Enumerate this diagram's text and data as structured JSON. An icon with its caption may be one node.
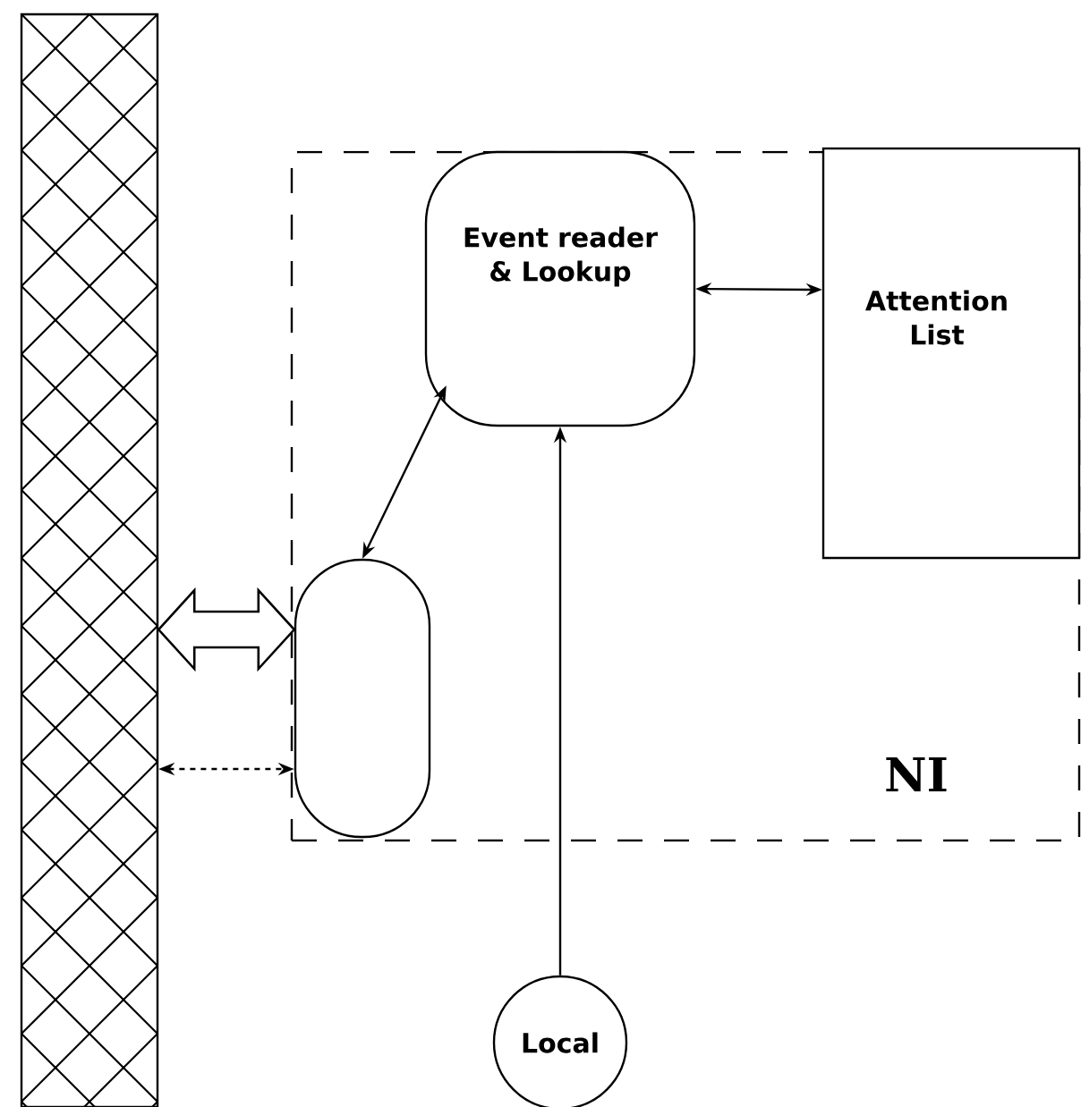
{
  "diagram": {
    "nodes": [
      {
        "text": [],
        "shape": "bar"
      },
      {
        "text": [
          "NI"
        ]
      },
      {
        "text": [
          "Event reader & Lookup"
        ],
        "in": 1
      },
      {
        "text": [
          "Attention List"
        ],
        "in": 1
      },
      {
        "text": [],
        "shape": "pill",
        "in": 1
      },
      {
        "text": [
          "Local"
        ]
      }
    ],
    "edges": [
      {
        "from": 4,
        "to": 2,
        "arrow": "both"
      },
      {
        "from": 2,
        "to": 3,
        "arrow": "both"
      },
      {
        "from": 5,
        "to": 2,
        "arrow": "to"
      },
      {
        "from": 0,
        "to": 4,
        "arrow": "both",
        "style": "thick"
      },
      {
        "from": 0,
        "to": 4,
        "arrow": "both",
        "style": "dashed"
      }
    ]
  }
}
